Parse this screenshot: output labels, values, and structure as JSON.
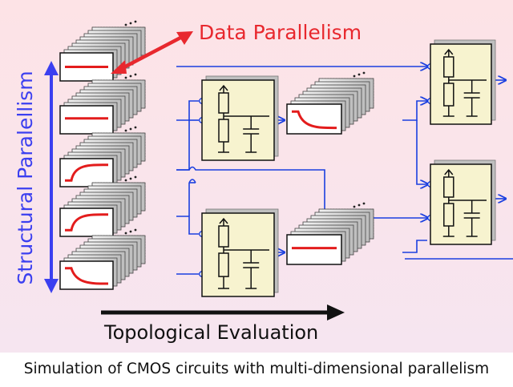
{
  "labels": {
    "data_parallelism": "Data Parallelism",
    "structural_parallelism": "Structural Paralellism",
    "topological_evaluation": "Topological Evaluation"
  },
  "caption": "Simulation of CMOS circuits with multi-dimensional parallelism",
  "colors": {
    "background_top": "#fde2e6",
    "background_bottom": "#f7e4ef",
    "accent_red": "#e8282e",
    "wire_blue": "#1a3fe0",
    "arrow_blue": "#3b3ff0",
    "gate_fill": "#f7f3cf",
    "waveform_red": "#e31c1c"
  },
  "waveform_stacks": [
    {
      "name": "input-1",
      "waveform": "flat-low"
    },
    {
      "name": "input-2",
      "waveform": "flat-mid"
    },
    {
      "name": "input-3",
      "waveform": "rise"
    },
    {
      "name": "input-4",
      "waveform": "rise"
    },
    {
      "name": "input-5",
      "waveform": "fall"
    },
    {
      "name": "gate-1-output",
      "waveform": "fall"
    },
    {
      "name": "gate-2-output",
      "waveform": "flat-mid"
    }
  ],
  "gates": [
    "gate-1",
    "gate-2",
    "gate-3",
    "gate-4"
  ]
}
